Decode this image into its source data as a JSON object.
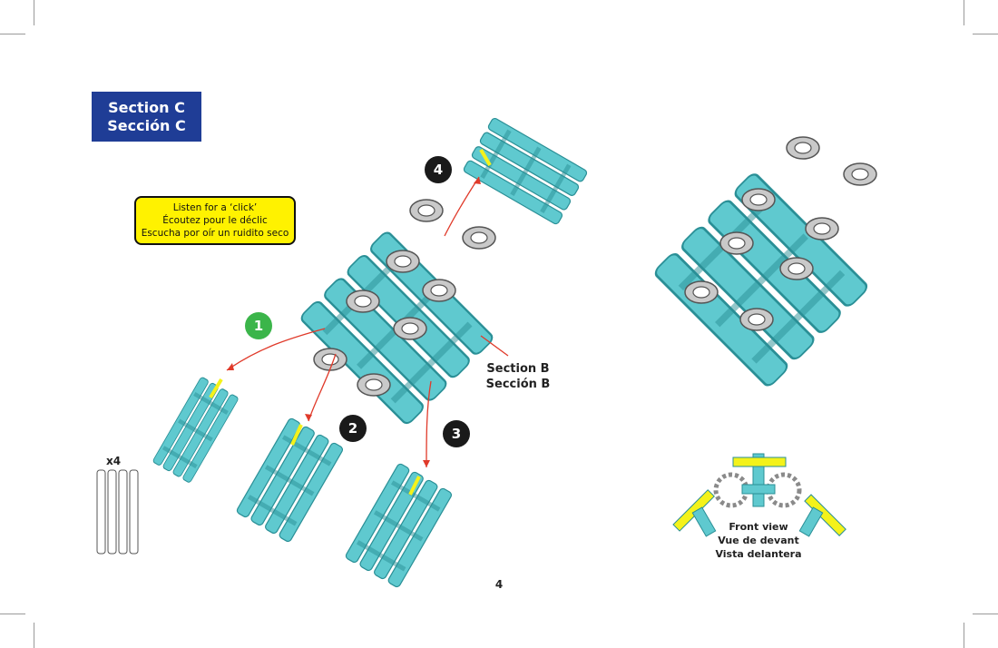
{
  "section": {
    "line1": "Section C",
    "line2": "Sección C",
    "color": "#1f3d96"
  },
  "click_note": {
    "line1": "Listen for a ‘click’",
    "line2": "Écoutez pour le déclic",
    "line3": "Escucha por oír un ruidito seco",
    "color": "#fff200"
  },
  "steps": [
    "1",
    "2",
    "3",
    "4"
  ],
  "step_colors": {
    "first": "#3bb54a",
    "others": "#1a1a1a"
  },
  "section_b": {
    "line1": "Section B",
    "line2": "Sección B"
  },
  "quantity": "x4",
  "front_view": {
    "line1": "Front view",
    "line2": "Vue de devant",
    "line3": "Vista delantera"
  },
  "page_number": "4",
  "colors": {
    "part": "#5fc9cf",
    "part_dark": "#2a8f96",
    "highlight": "#f4f21a",
    "arrow": "#e03a2a",
    "hub": "#9a9a9a"
  }
}
